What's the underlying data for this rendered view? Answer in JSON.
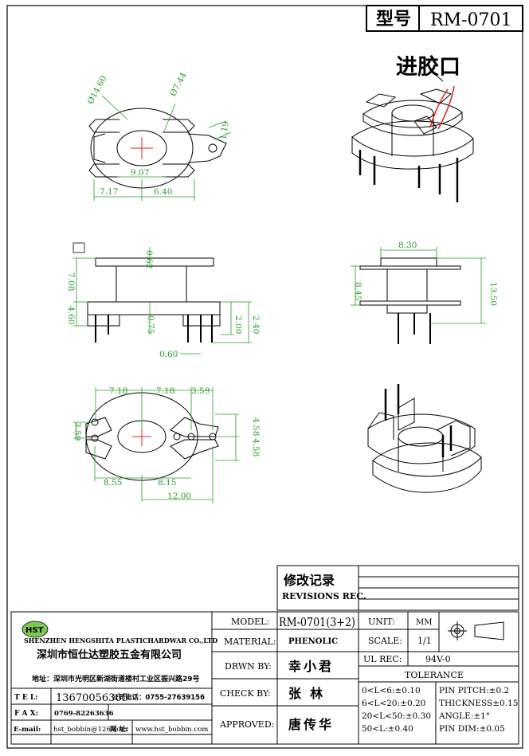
{
  "header": {
    "type_label": "型号",
    "model": "RM-0701"
  },
  "gate_label": "进胶口",
  "dimensions": {
    "top_view": [
      "Ø14.60",
      "Ø7.44",
      "1.19",
      "9.07",
      "7.17",
      "6.40"
    ],
    "front_view": [
      "0.62",
      "7.08",
      "4.60",
      "0.75",
      "2.00",
      "2.40",
      "0.60"
    ],
    "side_view": [
      "8.30",
      "8.45",
      "13.50"
    ],
    "bottom_view": [
      "7.18",
      "7.18",
      "3.59",
      "3.59",
      "4.58",
      "4.58",
      "8.55",
      "8.15",
      "12.00"
    ]
  },
  "revisions": {
    "title_cn": "修改记录",
    "title_en": "REVISIONS REC."
  },
  "company": {
    "logo": "HST",
    "name_en": "SHENZHEN HENGSHITA PLASTICHARDWAR CO.,LTD",
    "name_cn": "深圳市恒仕达塑胶五金有限公司",
    "address": "地址：深圳市光明区新湖街道楼村工业区振兴路29号",
    "tel_label": "T E L:",
    "tel": "13670056365",
    "phone_label": "公司电话：",
    "phone": "0755-27639156",
    "fax_label": "F A X:",
    "fax": "0769-82263636",
    "email_label": "E-mail:",
    "email": "hst_bobbin@126.com",
    "web_label": "网 址:",
    "web": "www.hst_bobbin.com"
  },
  "title_block": {
    "model_label": "MODEL:",
    "model_value": "RM-0701(3+2)",
    "material_label": "MATERIAL:",
    "material_value": "PHENOLIC",
    "drawn_label": "DRWN BY:",
    "drawn_value": "幸小君",
    "check_label": "CHECK BY:",
    "check_value": "张  林",
    "approved_label": "APPROVED:",
    "approved_value": "唐传华",
    "unit_label": "UNIT:",
    "unit_value": "MM",
    "scale_label": "SCALE:",
    "scale_value": "1/1",
    "ul_label": "UL REC:",
    "ul_value": "94V-0",
    "tolerance_title": "TOLERANCE",
    "tolerances": [
      "0<L<6:±0.10",
      "6<L<20:±0.20",
      "20<L<50:±0.30",
      "50<L:±0.40"
    ],
    "specs": [
      "PIN PITCH:±0.2",
      "THICKNESS±0.15",
      "ANGLE:±1°",
      "PIN DIM:±0.05"
    ]
  }
}
